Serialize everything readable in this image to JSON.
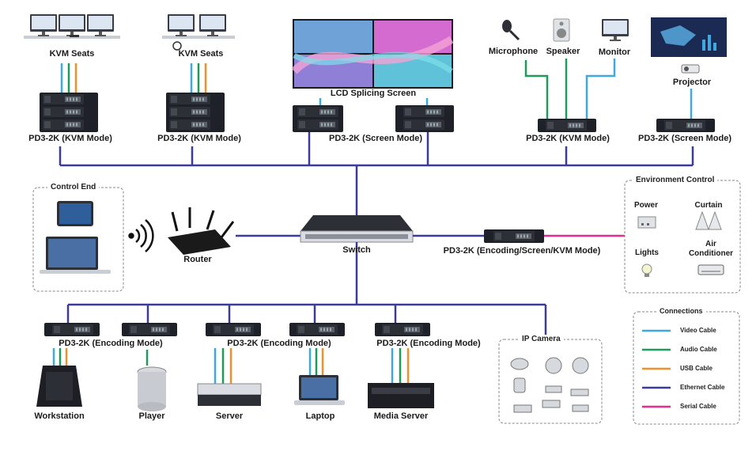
{
  "labels": {
    "kvm_seats_1": "KVM Seats",
    "kvm_seats_2": "KVM Seats",
    "lcd_screen": "LCD Splicing Screen",
    "microphone": "Microphone",
    "speaker": "Speaker",
    "monitor": "Monitor",
    "projector": "Projector",
    "pd3_kvm_1": "PD3-2K (KVM Mode)",
    "pd3_kvm_2": "PD3-2K (KVM Mode)",
    "pd3_screen_1": "PD3-2K (Screen Mode)",
    "pd3_kvm_3": "PD3-2K (KVM Mode)",
    "pd3_screen_2": "PD3-2K (Screen Mode)",
    "router": "Router",
    "switch": "Switch",
    "pd3_multi": "PD3-2K (Encoding/Screen/KVM Mode)",
    "pd3_enc_1": "PD3-2K (Encoding Mode)",
    "pd3_enc_2": "PD3-2K (Encoding Mode)",
    "pd3_enc_3": "PD3-2K (Encoding Mode)",
    "workstation": "Workstation",
    "player": "Player",
    "server": "Server",
    "laptop": "Laptop",
    "media_server": "Media Server"
  },
  "control_end": {
    "title": "Control End"
  },
  "environment": {
    "title": "Environment Control",
    "power": "Power",
    "curtain": "Curtain",
    "lights": "Lights",
    "air_conditioner": "Air\nConditioner"
  },
  "ip_camera": {
    "title": "IP Camera"
  },
  "legend": {
    "title": "Connections",
    "items": [
      {
        "label": "Video Cable",
        "color": "#3ea9e0"
      },
      {
        "label": "Audio Cable",
        "color": "#1f9a5a"
      },
      {
        "label": "USB Cable",
        "color": "#f0902a"
      },
      {
        "label": "Ethernet Cable",
        "color": "#3c3a9a"
      },
      {
        "label": "Serial Cable",
        "color": "#e0308a"
      }
    ]
  }
}
